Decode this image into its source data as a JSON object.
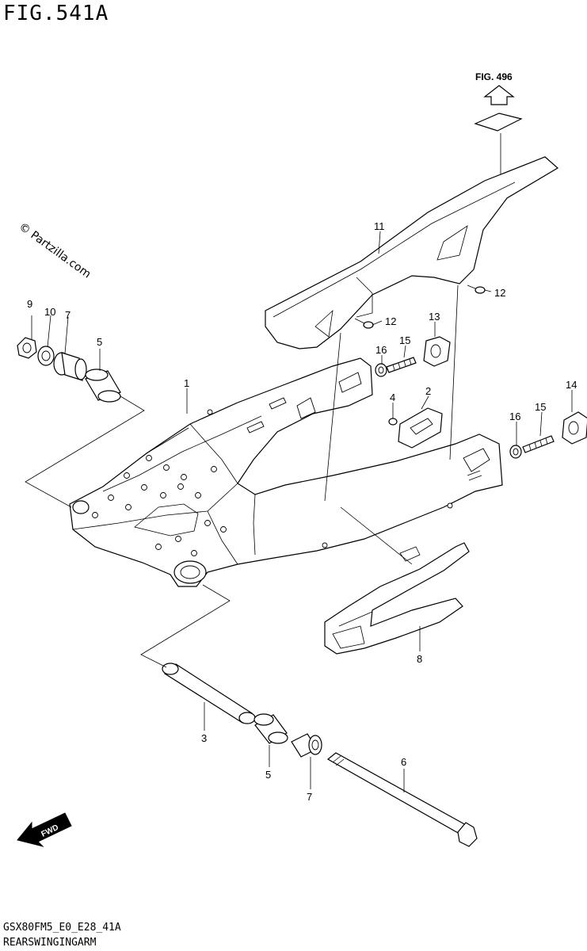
{
  "header": {
    "figure_title": "FIG.541A"
  },
  "watermark": {
    "text": "© Partzilla.com"
  },
  "arrow_ref": {
    "label": "FIG. 496"
  },
  "fwd_label": "FWD",
  "callouts": [
    {
      "id": "c9",
      "label": "9"
    },
    {
      "id": "c10",
      "label": "10"
    },
    {
      "id": "c7a",
      "label": "7"
    },
    {
      "id": "c5a",
      "label": "5"
    },
    {
      "id": "c1",
      "label": "1"
    },
    {
      "id": "c11",
      "label": "11"
    },
    {
      "id": "c12a",
      "label": "12"
    },
    {
      "id": "c12b",
      "label": "12"
    },
    {
      "id": "c13",
      "label": "13"
    },
    {
      "id": "c16a",
      "label": "16"
    },
    {
      "id": "c15a",
      "label": "15"
    },
    {
      "id": "c4",
      "label": "4"
    },
    {
      "id": "c2",
      "label": "2"
    },
    {
      "id": "c14",
      "label": "14"
    },
    {
      "id": "c16b",
      "label": "16"
    },
    {
      "id": "c15b",
      "label": "15"
    },
    {
      "id": "c8",
      "label": "8"
    },
    {
      "id": "c3",
      "label": "3"
    },
    {
      "id": "c5b",
      "label": "5"
    },
    {
      "id": "c7b",
      "label": "7"
    },
    {
      "id": "c6",
      "label": "6"
    }
  ],
  "footer": {
    "model_code": "GSX80FM5_E0_E28_41A",
    "section_name": "REARSWINGINGARM"
  }
}
